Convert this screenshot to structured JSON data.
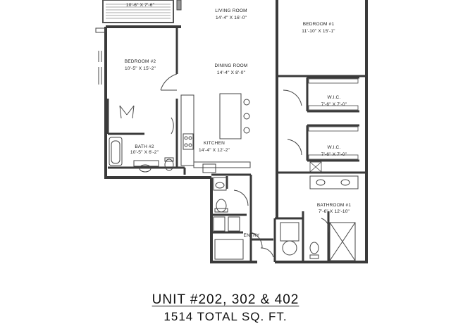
{
  "rooms": {
    "top_left": {
      "name": "",
      "dim": "10'-6\" X 7'-6\""
    },
    "living": {
      "name": "LIVING ROOM",
      "dim": "14'-4\" X 16'-0\""
    },
    "bedroom1": {
      "name": "BEDROOM #1",
      "dim": "11'-10\" X 15'-1\""
    },
    "bedroom2": {
      "name": "BEDROOM #2",
      "dim": "10'-5\" X 15'-2\""
    },
    "dining": {
      "name": "DINING ROOM",
      "dim": "14'-4\" X 8'-0\""
    },
    "wic1": {
      "name": "W.I.C.",
      "dim": "7'-6\" X 7'-0\""
    },
    "wic2": {
      "name": "W.I.C.",
      "dim": "7'-6\" X 7'-0\""
    },
    "kitchen": {
      "name": "KITCHEN",
      "dim": "14'-4\" X 12'-2\""
    },
    "bath2": {
      "name": "BATH #2",
      "dim": "10'-5\" X 6'-2\""
    },
    "bathroom1": {
      "name": "BATHROOM #1",
      "dim": "7'-6\" X 12'-10\""
    },
    "entry": {
      "name": "ENTRY"
    }
  },
  "footer": {
    "unit": "UNIT #202, 302 & 402",
    "area": "1514 TOTAL SQ. FT."
  }
}
